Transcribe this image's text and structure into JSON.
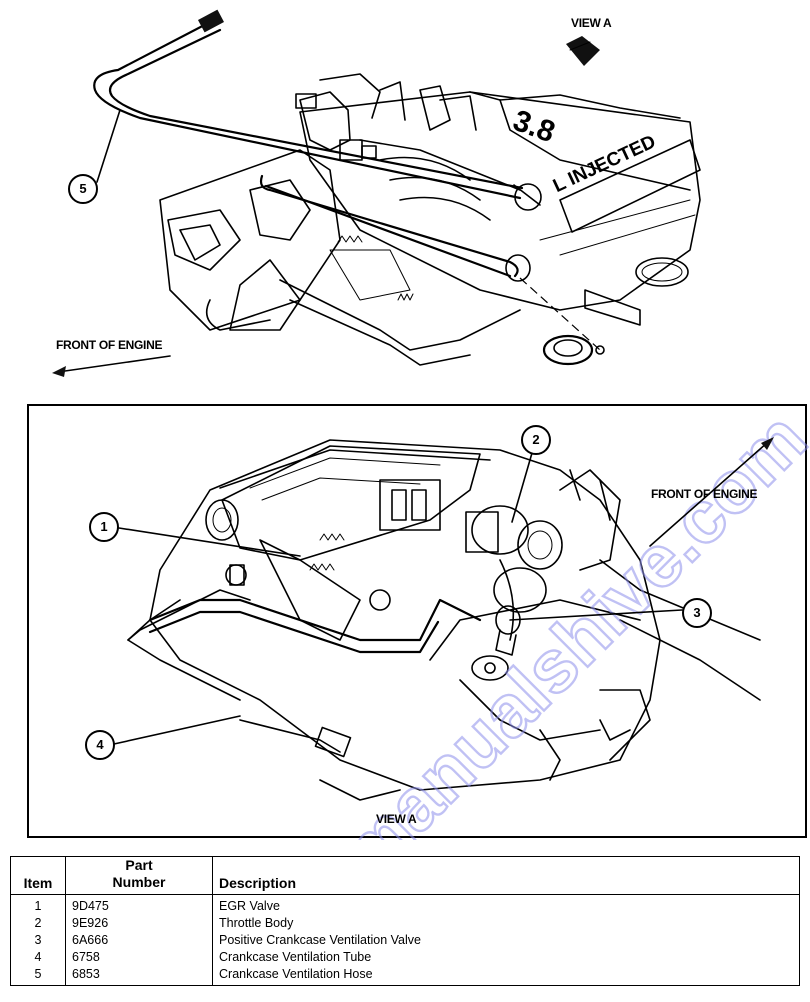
{
  "top_figure": {
    "view_label": "VIEW A",
    "front_label": "FRONT OF ENGINE",
    "engine_badge_size": "3.8",
    "engine_badge_text": "L INJECTED",
    "callouts": [
      "5"
    ]
  },
  "view_a_figure": {
    "front_label": "FRONT OF ENGINE",
    "view_label": "VIEW A",
    "callouts": [
      "1",
      "2",
      "3",
      "4"
    ]
  },
  "parts_table": {
    "headers": {
      "item": "Item",
      "part_line1": "Part",
      "part_line2": "Number",
      "description": "Description"
    },
    "rows": [
      {
        "item": "1",
        "part": "9D475",
        "description": "EGR Valve"
      },
      {
        "item": "2",
        "part": "9E926",
        "description": "Throttle Body"
      },
      {
        "item": "3",
        "part": "6A666",
        "description": "Positive Crankcase Ventilation Valve"
      },
      {
        "item": "4",
        "part": "6758",
        "description": "Crankcase Ventilation Tube"
      },
      {
        "item": "5",
        "part": "6853",
        "description": "Crankcase Ventilation Hose"
      }
    ]
  },
  "watermark": "manualshive.com"
}
